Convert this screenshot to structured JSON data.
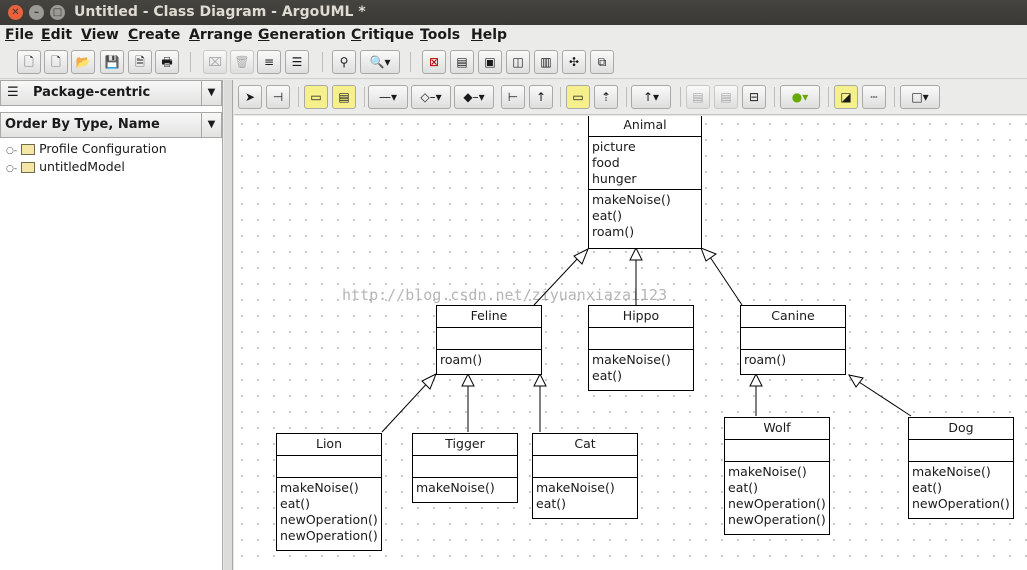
{
  "window": {
    "title": "Untitled - Class Diagram - ArgoUML *"
  },
  "menu": [
    "File",
    "Edit",
    "View",
    "Create",
    "Arrange",
    "Generation",
    "Critique",
    "Tools",
    "Help"
  ],
  "explorer": {
    "perspective": "Package-centric",
    "order": "Order By Type, Name",
    "tree": [
      "Profile Configuration",
      "untitledModel"
    ]
  },
  "watermark": "http://blog.csdn.net/ziyuanxiazai123",
  "diagram": {
    "classes": {
      "animal": {
        "name": "Animal",
        "attrs": [
          "picture",
          "food",
          "hunger"
        ],
        "ops": [
          "makeNoise()",
          "eat()",
          "roam()"
        ]
      },
      "feline": {
        "name": "Feline",
        "attrs": [],
        "ops": [
          "roam()"
        ]
      },
      "hippo": {
        "name": "Hippo",
        "attrs": [],
        "ops": [
          "makeNoise()",
          "eat()"
        ]
      },
      "canine": {
        "name": "Canine",
        "attrs": [],
        "ops": [
          "roam()"
        ]
      },
      "lion": {
        "name": "Lion",
        "attrs": [],
        "ops": [
          "makeNoise()",
          "eat()",
          "newOperation()",
          "newOperation()"
        ]
      },
      "tigger": {
        "name": "Tigger",
        "attrs": [],
        "ops": [
          "makeNoise()"
        ]
      },
      "cat": {
        "name": "Cat",
        "attrs": [],
        "ops": [
          "makeNoise()",
          "eat()"
        ]
      },
      "wolf": {
        "name": "Wolf",
        "attrs": [],
        "ops": [
          "makeNoise()",
          "eat()",
          "newOperation()",
          "newOperation()"
        ]
      },
      "dog": {
        "name": "Dog",
        "attrs": [],
        "ops": [
          "makeNoise()",
          "eat()",
          "newOperation()"
        ]
      }
    }
  }
}
